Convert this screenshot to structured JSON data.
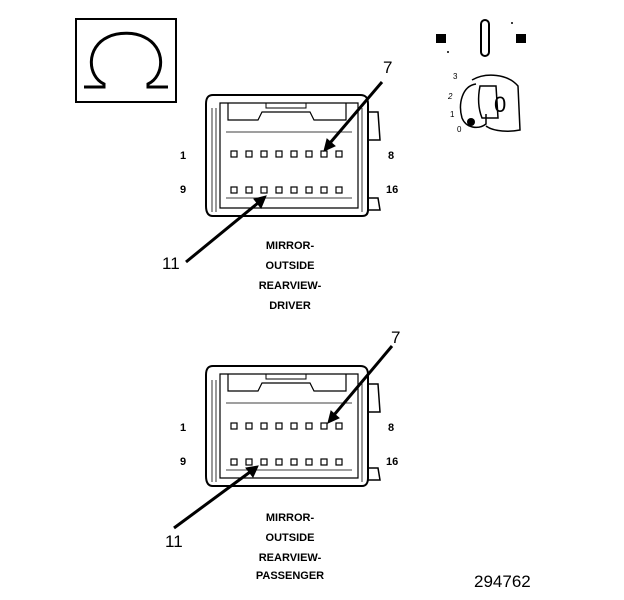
{
  "ohm_symbol": "Ω",
  "key_switch": {
    "positions": [
      "3",
      "2",
      "1",
      "0"
    ],
    "key_label": "0"
  },
  "connectors": [
    {
      "pin_first_top": "1",
      "pin_last_top": "8",
      "pin_first_bottom": "9",
      "pin_last_bottom": "16",
      "callout_top": "7",
      "callout_bottom": "11",
      "title_lines": [
        "MIRROR-",
        "OUTSIDE",
        "REARVIEW-",
        "DRIVER"
      ]
    },
    {
      "pin_first_top": "1",
      "pin_last_top": "8",
      "pin_first_bottom": "9",
      "pin_last_bottom": "16",
      "callout_top": "7",
      "callout_bottom": "11",
      "title_lines": [
        "MIRROR-",
        "OUTSIDE",
        "REARVIEW-",
        "PASSENGER"
      ]
    }
  ],
  "figure_id": "294762"
}
